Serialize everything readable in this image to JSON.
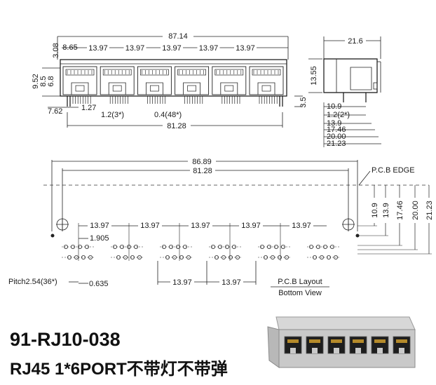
{
  "part_number": "91-RJ10-038",
  "description": "RJ45 1*6PORT不带灯不带弹",
  "front_view": {
    "overall_width": "87.14",
    "first_offset": "8.65",
    "port_pitch": "13.97",
    "top_height": "3.08",
    "left_heights": [
      "9.52",
      "8.5",
      "6.8"
    ],
    "pin_offset": "7.62",
    "pin_spacing": "1.27",
    "pitch_3": "1.2(3*)",
    "pitch_48": "0.4(48*)",
    "peg_span": "81.28",
    "pin_length": "3.5"
  },
  "side_view": {
    "depth": "21.6",
    "height": "13.55",
    "dims": [
      "10.9",
      "1.2(2*)",
      "13.9",
      "17.46",
      "20.00",
      "21.23"
    ]
  },
  "pcb_layout": {
    "overall": "86.89",
    "peg_span": "81.28",
    "edge_label": "P.C.B EDGE",
    "port_pitch": "13.97",
    "row_offset": "1.905",
    "pitch_label": "Pitch2.54(36*)",
    "stagger": "0.635",
    "bottom_pitch": "13.97",
    "right_dims": [
      "10.9",
      "13.9",
      "17.46",
      "20.00",
      "21.23"
    ],
    "layout_title": "P.C.B Layout",
    "layout_subtitle": "Bottom View"
  }
}
